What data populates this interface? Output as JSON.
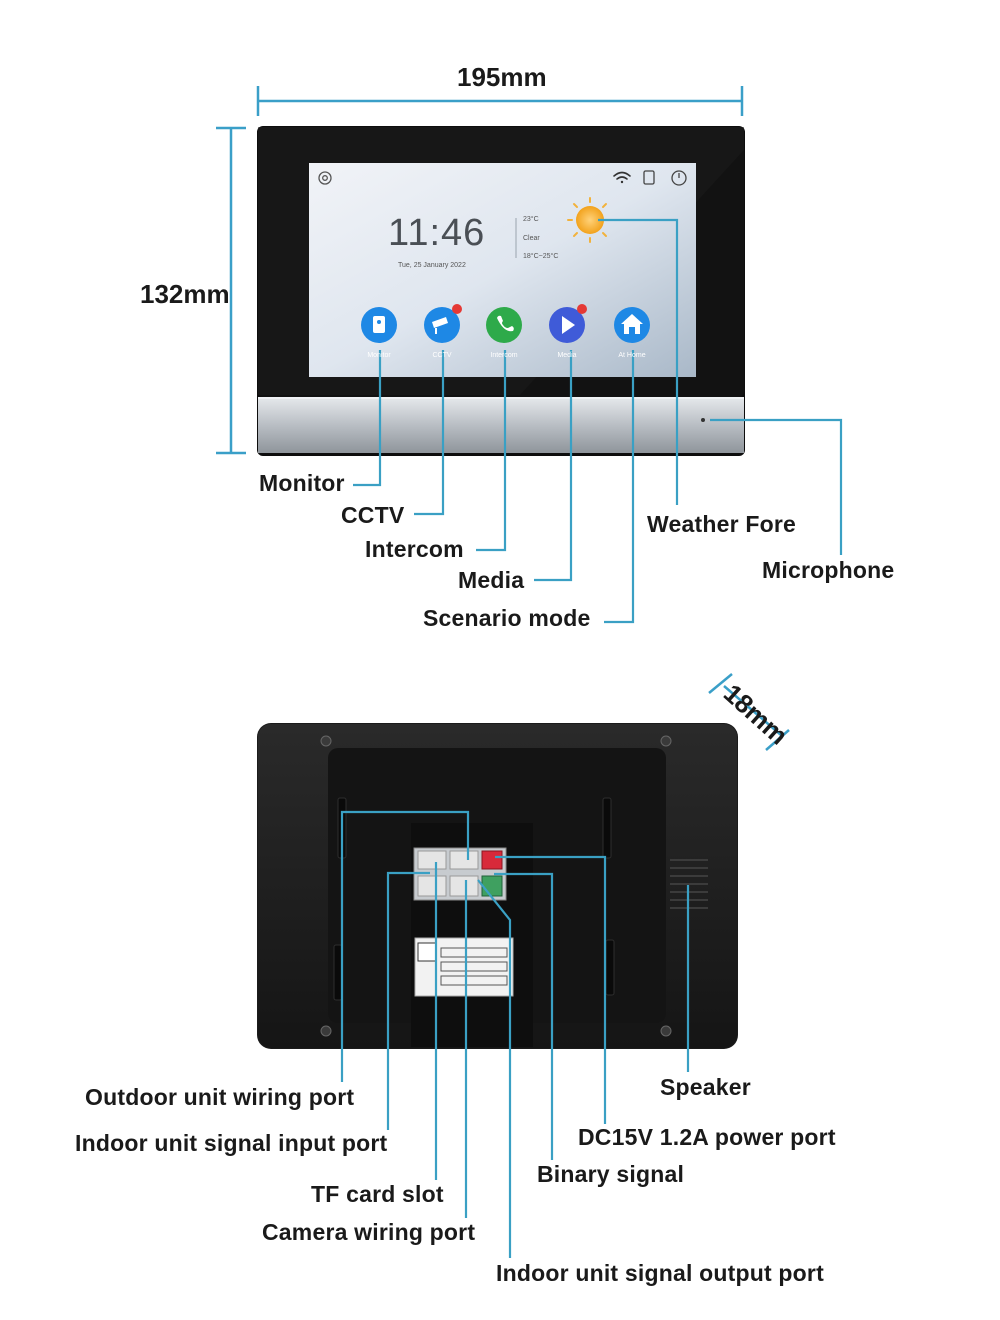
{
  "dimensions": {
    "width": "195mm",
    "height": "132mm",
    "depth": "18mm"
  },
  "screen": {
    "time": "11:46",
    "date": "Tue, 25 January 2022",
    "weather": {
      "temp": "23°C",
      "condition": "Clear",
      "range": "18°C~25°C"
    },
    "apps": [
      {
        "label": "Monitor",
        "color": "#1e88e5"
      },
      {
        "label": "CCTV",
        "color": "#1e88e5"
      },
      {
        "label": "Intercom",
        "color": "#2eaa4a"
      },
      {
        "label": "Media",
        "color": "#3f5bd8"
      },
      {
        "label": "At Home",
        "color": "#1e88e5"
      }
    ]
  },
  "front_callouts": {
    "monitor": "Monitor",
    "cctv": "CCTV",
    "intercom": "Intercom",
    "media": "Media",
    "scenario": "Scenario mode",
    "weather": "Weather Fore",
    "microphone": "Microphone"
  },
  "back_callouts": {
    "outdoor_port": "Outdoor unit wiring port",
    "indoor_input": "Indoor unit signal input port",
    "tf_slot": "TF card slot",
    "camera_port": "Camera wiring port",
    "indoor_output": "Indoor unit signal output port",
    "speaker": "Speaker",
    "power_port": "DC15V 1.2A power port",
    "binary": "Binary signal"
  },
  "colors": {
    "callout_line": "#3aa0c4",
    "dimension_line": "#3a9fc8",
    "bezel": "#111111",
    "chin": "#c8ccd0"
  }
}
